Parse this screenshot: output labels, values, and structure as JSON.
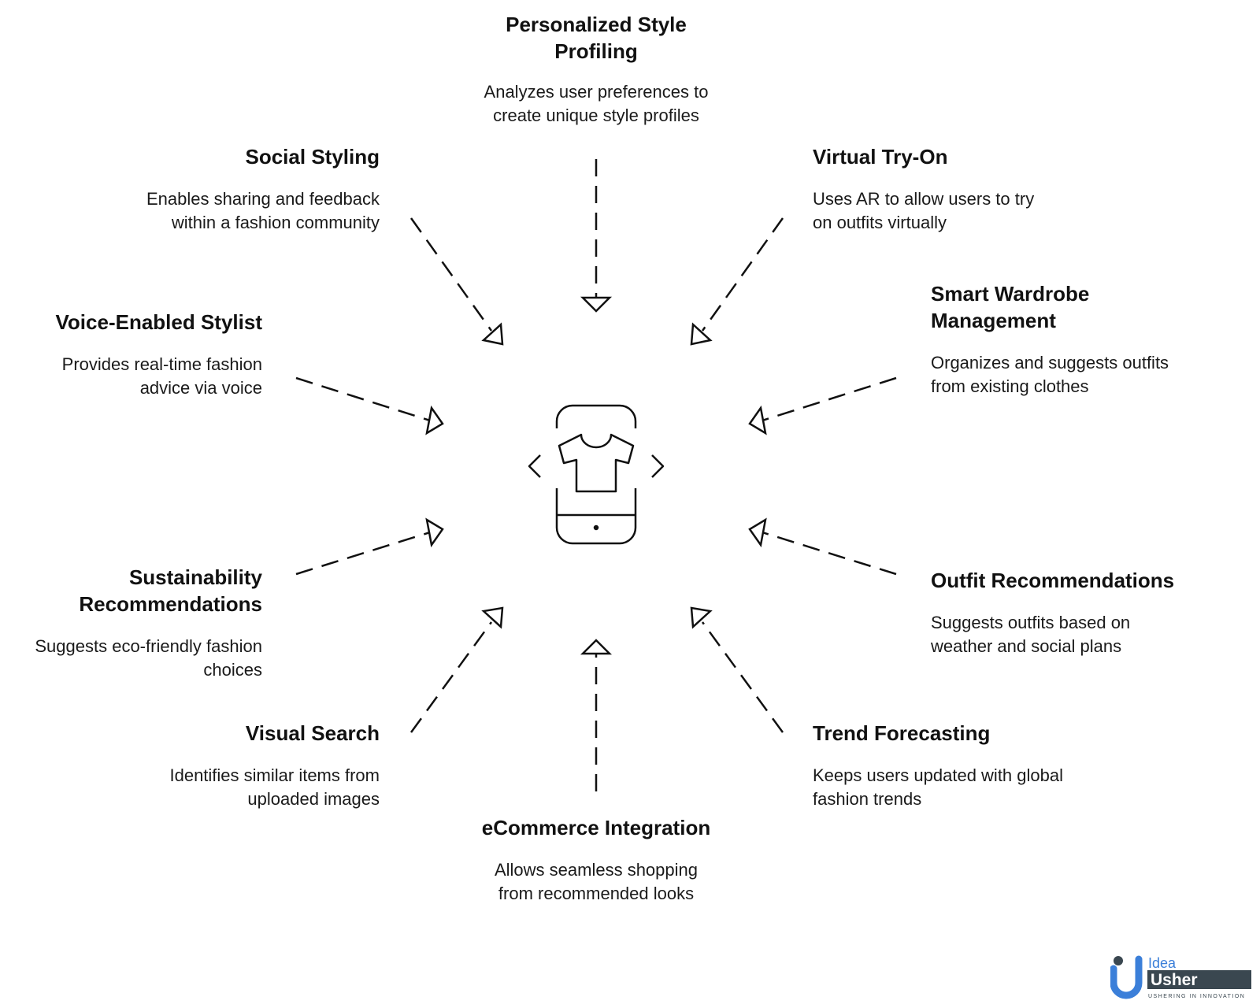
{
  "center": {
    "icon": "phone-tshirt-icon"
  },
  "features": [
    {
      "id": "personalized-style-profiling",
      "title": "Personalized Style Profiling",
      "title_lines": [
        "Personalized Style",
        "Profiling"
      ],
      "desc_lines": [
        "Analyzes user preferences to",
        "create unique style profiles"
      ]
    },
    {
      "id": "virtual-try-on",
      "title_lines": [
        "Virtual Try-On"
      ],
      "desc_lines": [
        "Uses AR to allow users to try",
        "on outfits virtually"
      ]
    },
    {
      "id": "smart-wardrobe-management",
      "title_lines": [
        "Smart Wardrobe",
        "Management"
      ],
      "desc_lines": [
        "Organizes and suggests outfits",
        "from existing clothes"
      ]
    },
    {
      "id": "outfit-recommendations",
      "title_lines": [
        "Outfit Recommendations"
      ],
      "desc_lines": [
        "Suggests outfits based on",
        "weather and social plans"
      ]
    },
    {
      "id": "trend-forecasting",
      "title_lines": [
        "Trend Forecasting"
      ],
      "desc_lines": [
        "Keeps users updated with global",
        "fashion trends"
      ]
    },
    {
      "id": "ecommerce-integration",
      "title_lines": [
        "eCommerce Integration"
      ],
      "desc_lines": [
        "Allows seamless shopping",
        "from recommended looks"
      ]
    },
    {
      "id": "visual-search",
      "title_lines": [
        "Visual Search"
      ],
      "desc_lines": [
        "Identifies similar items from",
        "uploaded images"
      ]
    },
    {
      "id": "sustainability-recommendations",
      "title_lines": [
        "Sustainability",
        "Recommendations"
      ],
      "desc_lines": [
        "Suggests eco-friendly fashion",
        "choices"
      ]
    },
    {
      "id": "voice-enabled-stylist",
      "title_lines": [
        "Voice-Enabled Stylist"
      ],
      "desc_lines": [
        "Provides real-time fashion",
        "advice via voice"
      ]
    },
    {
      "id": "social-styling",
      "title_lines": [
        "Social Styling"
      ],
      "desc_lines": [
        "Enables sharing and feedback",
        "within a fashion community"
      ]
    }
  ],
  "logo": {
    "line1": "Idea",
    "line2": "Usher",
    "tagline": "USHERING IN INNOVATION",
    "colors": {
      "blue": "#3b7fd9",
      "dark": "#3a4750"
    }
  }
}
